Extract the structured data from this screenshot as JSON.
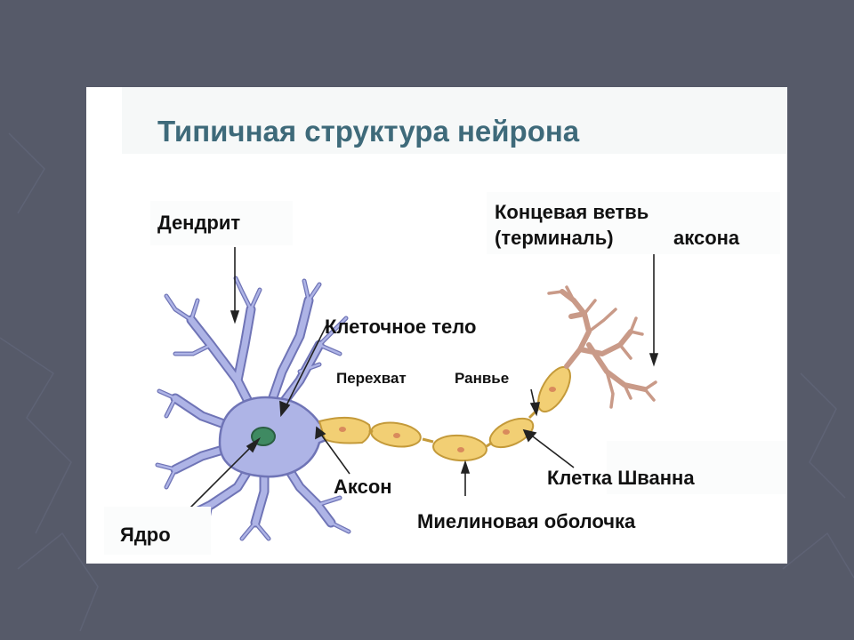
{
  "title": "Типичная структура нейрона",
  "labels": {
    "dendrite": "Дендрит",
    "terminal_line1": "Концевая ветвь",
    "terminal_line2": "(терминаль)",
    "terminal_line2b": "аксона",
    "cell_body": "Клеточное тело",
    "node_ranvier_1": "Перехват",
    "node_ranvier_2": "Ранвье",
    "axon": "Аксон",
    "schwann_cell": "Клетка Шванна",
    "nucleus": "Ядро",
    "myelin_sheath": "Миелиновая оболочка"
  },
  "colors": {
    "slide_background": "#565a69",
    "title": "#3e6a7a",
    "soma": "#aeb4e6",
    "soma_outline": "#6f74b6",
    "nucleus": "#3f8a62",
    "myelin": "#f2cf74",
    "myelin_outline": "#c49a3a",
    "terminal": "#c99a88"
  }
}
